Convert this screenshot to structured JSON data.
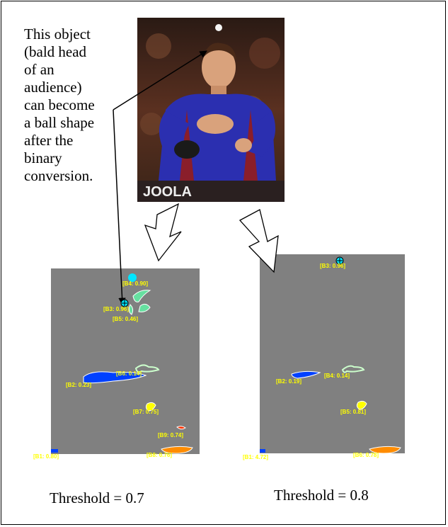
{
  "caption": {
    "lines": [
      "This object",
      "(bald head",
      "of an",
      "audience)",
      "can become",
      "a ball shape",
      "after the",
      "binary",
      "conversion."
    ]
  },
  "photo": {
    "description_icon": "table-tennis-player-photo",
    "logo_text": "JOOLA"
  },
  "left_panel": {
    "labels": {
      "b4": "[B4: 0.90]",
      "b3": "[B3: 0.96]",
      "b5": "[B5: 0.46]",
      "b6": "[B6: 0.14]",
      "b2": "[B2: 0.23]",
      "b7": "[B7: 0.75]",
      "b9": "[B9: 0.74]",
      "b1": "[B1: 0.80]",
      "b8": "[B8: 0.76]"
    },
    "threshold": "Threshold = 0.7"
  },
  "right_panel": {
    "labels": {
      "b3": "[B3: 0.96]",
      "b4": "[B4: 0.14]",
      "b2": "[B2: 0.19]",
      "b5": "[B5: 0.81]",
      "b1": "[B1: 4.72]",
      "b6": "[B6: 0.78]"
    },
    "threshold": "Threshold = 0.8"
  },
  "colors": {
    "panel_bg": "#808080",
    "label": "#ffff00",
    "ball": "#00e5ff",
    "blob_blue": "#0040ff",
    "blob_green": "#66e0a0",
    "blob_yellow": "#ffff00",
    "blob_orange": "#ff8c00",
    "blob_red": "#ff3300"
  }
}
